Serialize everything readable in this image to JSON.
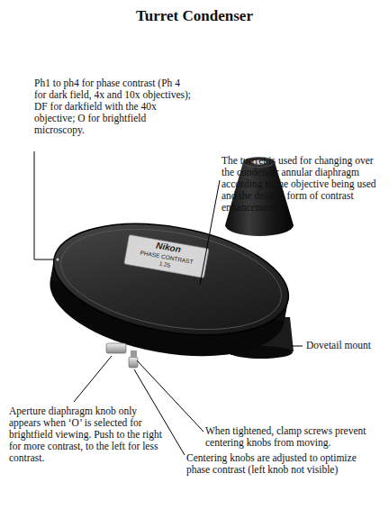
{
  "diagram": {
    "title": "Turret Condenser",
    "labels": [
      "Ph1 to ph4 for phase contrast (Ph 4 for dark field, 4x and 10x objectives); DF for darkfield with the 40x objective; O for brightfield microscopy.",
      "The turrret is used for changing over the condenser annular diaphragm according to the objective being used and the desired form of contrast enhancement.",
      "Nikon",
      "PHASE CONTRAST",
      "1.25",
      "Dovetail mount",
      "Aperture diaphragm knob only appears when ‘O’ is selected for brightfield viewing. Push to the right for more contrast, to the left for less contrast.",
      "When tightened, clamp screws prevent centering knobs from moving.",
      "Centering knobs are adjusted to optimize phase contrast (left knob not visible)"
    ]
  }
}
